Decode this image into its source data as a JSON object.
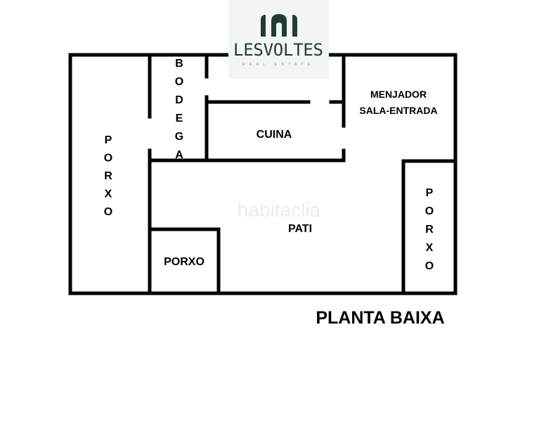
{
  "logo": {
    "name": "LESVOLTES",
    "tagline": "REAL ESTATE",
    "color": "#1f3d36"
  },
  "watermark": "habitaclia",
  "rooms": {
    "bodega": "BODEGA",
    "porxo_left": "PORXO",
    "cuina": "CUINA",
    "menjador_line1": "MENJADOR",
    "menjador_line2": "SALA-ENTRADA",
    "pati": "PATI",
    "porxo_small": "PORXO",
    "porxo_right": "PORXO"
  },
  "plan_title": "PLANTA BAIXA",
  "colors": {
    "wall": "#000000",
    "logo_bg": "#f3f5f4"
  }
}
